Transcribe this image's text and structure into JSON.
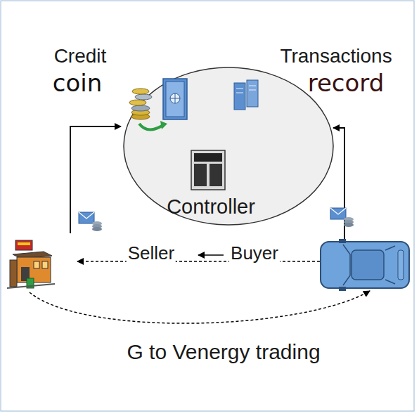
{
  "diagram": {
    "nodes": [
      {
        "text": [
          "Controller"
        ]
      }
    ],
    "labels": [
      "Credit",
      "coin",
      "Transactions",
      "record",
      "Seller",
      "Buyer",
      "G to Venergy trading"
    ]
  }
}
